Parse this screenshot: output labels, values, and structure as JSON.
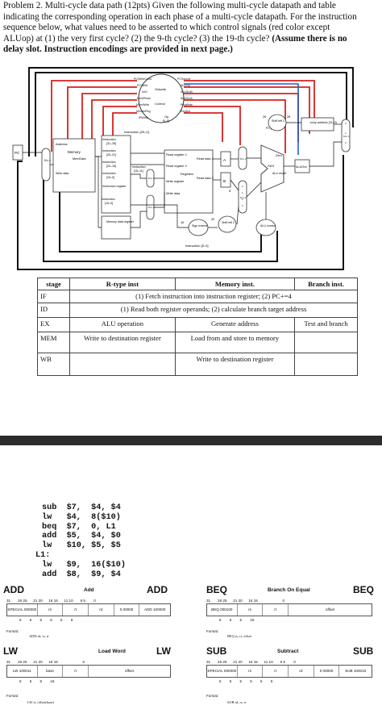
{
  "problem": {
    "line1": "Problem 2. Multi-cycle data path (12pts) Given the following multi-cycle datapath and table",
    "line2": "indicating the corresponding operation in each phase of a multi-cycle datapath. For the instruction",
    "line3": "sequence below, what values need to be asserted to which control signals (red color except",
    "line4a": "ALUop) at (1) the very first cycle? (2) the 9-th cycle? (3) the 19-th cycle? ",
    "line4b": "(Assume there is no",
    "line5": "delay slot. Instruction encodings are provided in next page.)"
  },
  "datapath": {
    "control_signals": [
      "PCWriteCond",
      "PCWrite",
      "IorD",
      "MemRead",
      "MemWrite",
      "MemtoReg",
      "IRWrite",
      "PCSource",
      "ALUOp",
      "ALUSrcB",
      "ALUSrcA",
      "RegWrite",
      "RegDst"
    ],
    "outputs_label": "Outputs",
    "control_label": "Control",
    "op_label": "Op",
    "op_bits": "[5–0]",
    "pc_label": "PC",
    "mux_label": "M u x",
    "address_label": "Address",
    "memory_label": "Memory",
    "memdata_label": "MemData",
    "write_data_label": "Write data",
    "instruction_label": "Instruction",
    "bits_31_26": "[31–26]",
    "bits_25_21": "[25–21]",
    "bits_20_16": "[20–16]",
    "bits_15_0": "[15–0]",
    "bits_15_11": "[15–11]",
    "bits_25_0": "Instruction [25–0]",
    "bits_5_0": "Instruction [5–0]",
    "instruction_register": "Instruction register",
    "memory_data_register": "Memory data register",
    "read_register_1": "Read register 1",
    "read_register_2": "Read register 2",
    "registers_label": "Registers",
    "write_register": "Write register",
    "reg_write_data": "Write data",
    "read_data_1": "Read data 1",
    "read_data_2": "Read data 2",
    "reg_a": "A",
    "reg_b": "B",
    "const_4": "4",
    "zero_label": "Zero",
    "alu_label": "ALU",
    "alu_result": "ALU result",
    "aluout_label": "ALUOut",
    "alu_control": "ALU control",
    "sign_extend": "Sign extend",
    "shift_left_2": "Shift left 2",
    "shift_left_2b": "Shift left 2",
    "n16": "16",
    "n32": "32",
    "n26": "26",
    "n28": "28",
    "pc_bits": "PC [31–28]",
    "jump_address": "Jump address [31–0]",
    "mux_inputs": [
      "0",
      "1",
      "2",
      "3"
    ]
  },
  "table": {
    "headers": [
      "stage",
      "R-type inst",
      "Memory inst.",
      "Branch inst."
    ],
    "rows": [
      {
        "stage": "IF",
        "span": "(1) Fetch instruction into instruction register; (2) PC+=4"
      },
      {
        "stage": "ID",
        "span": "(1) Read both register operands; (2) calculate branch target address"
      },
      {
        "stage": "EX",
        "rtype": "ALU operation",
        "mem": "Generate address",
        "branch": "Test and branch"
      },
      {
        "stage": "MEM",
        "rtype": "Write to destination register",
        "mem": "Load from and store to memory",
        "branch": ""
      },
      {
        "stage": "WB",
        "rtype": "",
        "mem": "Write to destination register",
        "branch": ""
      }
    ]
  },
  "code": [
    "sub  $7,  $4, $4",
    "lw   $4,  8($10)",
    "beq  $7,  0, L1",
    "add  $5,  $4, $0",
    "lw   $10, $5, $5",
    "L1:",
    "lw   $9,  16($10)",
    "add  $8,  $9, $4"
  ],
  "encodings": {
    "add": {
      "title": "ADD",
      "subtitle": "Add",
      "title_right": "ADD",
      "bits": "31       26 25      21 20      16 15      11 10       6 5        0",
      "fields": [
        "SPECIAL 000000",
        "rs",
        "rt",
        "rd",
        "0 00000",
        "ADD 100000"
      ],
      "widths": "6        5        5        5        5        6",
      "format_label": "Format:",
      "format": "ADD rd, rs, rt"
    },
    "beq": {
      "title": "BEQ",
      "subtitle": "Branch On Equal",
      "title_right": "BEQ",
      "bits": "31       26 25      21 20      16 15                        0",
      "fields": [
        "BEQ 000100",
        "rs",
        "rt",
        "offset"
      ],
      "widths": "6        5        5        16",
      "format_label": "Format:",
      "format": "BEQ rs, rt, offset"
    },
    "lw": {
      "title": "LW",
      "subtitle": "Load Word",
      "title_right": "LW",
      "bits": "31       26 25      21 20      16 15                        0",
      "fields": [
        "LW 100011",
        "base",
        "rt",
        "offset"
      ],
      "widths": "6        5        5        16",
      "format_label": "Format:",
      "format": "LW rt, offset(base)"
    },
    "sub": {
      "title": "SUB",
      "subtitle": "Subtract",
      "title_right": "SUB",
      "bits": "31       26 25      21 20      16 15      11 10       6 5        0",
      "fields": [
        "SPECIAL 000000",
        "rs",
        "rt",
        "rd",
        "0 00000",
        "SUB 100010"
      ],
      "widths": "6        5        5        5        5        6",
      "format_label": "Format:",
      "format": "SUB rd, rs, rt"
    }
  },
  "colors": {
    "control_red": "#d8201e",
    "control_blue": "#1f5fd6",
    "divider": "#2c2c2c"
  }
}
